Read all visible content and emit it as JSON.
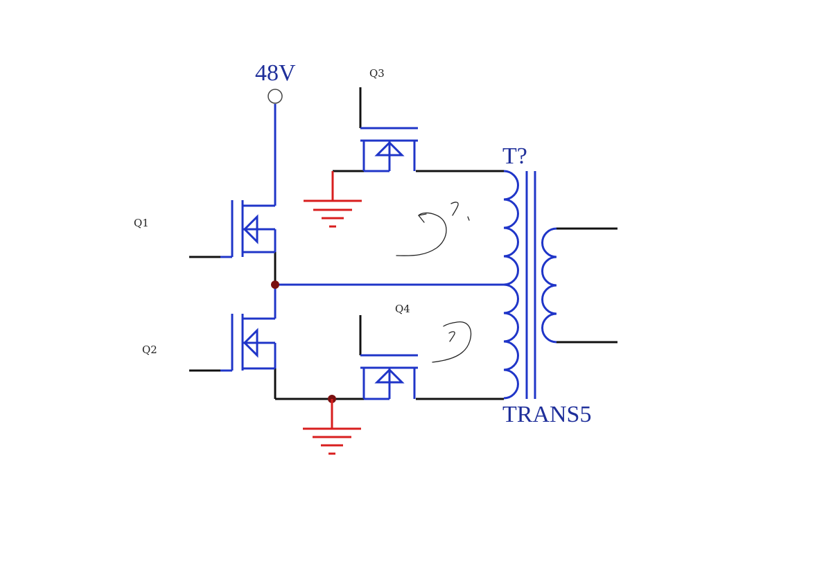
{
  "labels": {
    "supply": "48V",
    "q1": "Q1",
    "q2": "Q2",
    "q3": "Q3",
    "q4": "Q4",
    "transformer_ref": "T?",
    "transformer_part": "TRANS5"
  },
  "colors": {
    "wire": "#111111",
    "symbol": "#1f35c8",
    "ground": "#d81e1e",
    "junction": "#7a1010",
    "label_blue": "#1f2f9a"
  }
}
